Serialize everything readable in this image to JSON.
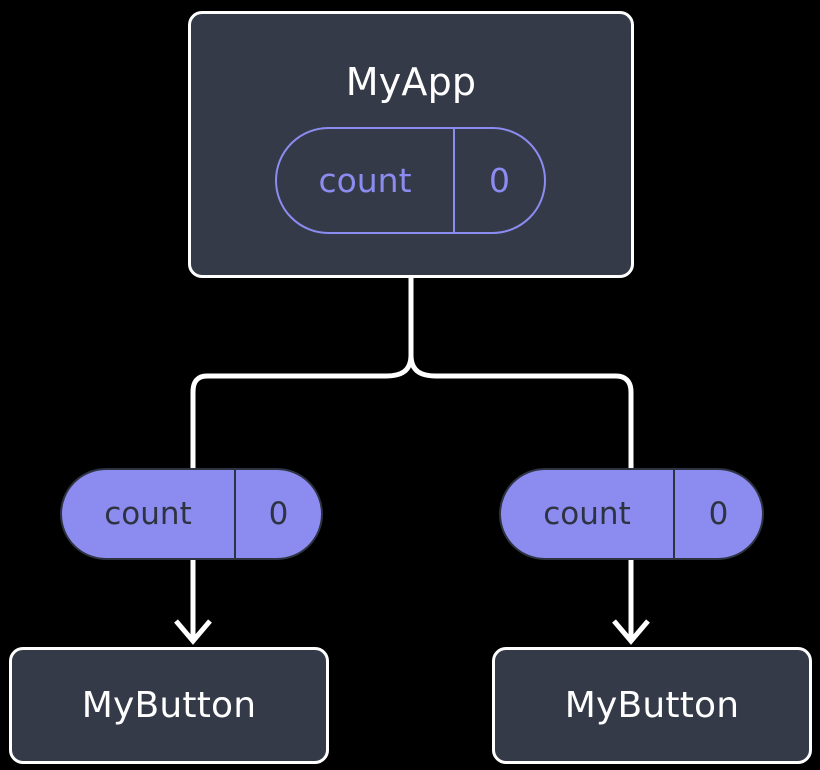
{
  "diagram": {
    "title": "MyApp component tree with shared count state",
    "background_color": "#000000",
    "colors": {
      "node_fill": "#343a48",
      "node_border": "#ffffff",
      "node_text": "#ffffff",
      "state_accent": "#8c8cf0",
      "state_text_dark": "#2e3341",
      "edge": "#ffffff"
    },
    "nodes": {
      "root": {
        "label": "MyApp",
        "state": {
          "key": "count",
          "value": "0"
        }
      },
      "left_state": {
        "key": "count",
        "value": "0"
      },
      "right_state": {
        "key": "count",
        "value": "0"
      },
      "left_leaf": {
        "label": "MyButton"
      },
      "right_leaf": {
        "label": "MyButton"
      }
    },
    "edges": [
      {
        "from": "MyApp",
        "to": "count (left)",
        "style": "branch"
      },
      {
        "from": "MyApp",
        "to": "count (right)",
        "style": "branch"
      },
      {
        "from": "count (left)",
        "to": "MyButton (left)",
        "style": "arrow"
      },
      {
        "from": "count (right)",
        "to": "MyButton (right)",
        "style": "arrow"
      }
    ]
  }
}
